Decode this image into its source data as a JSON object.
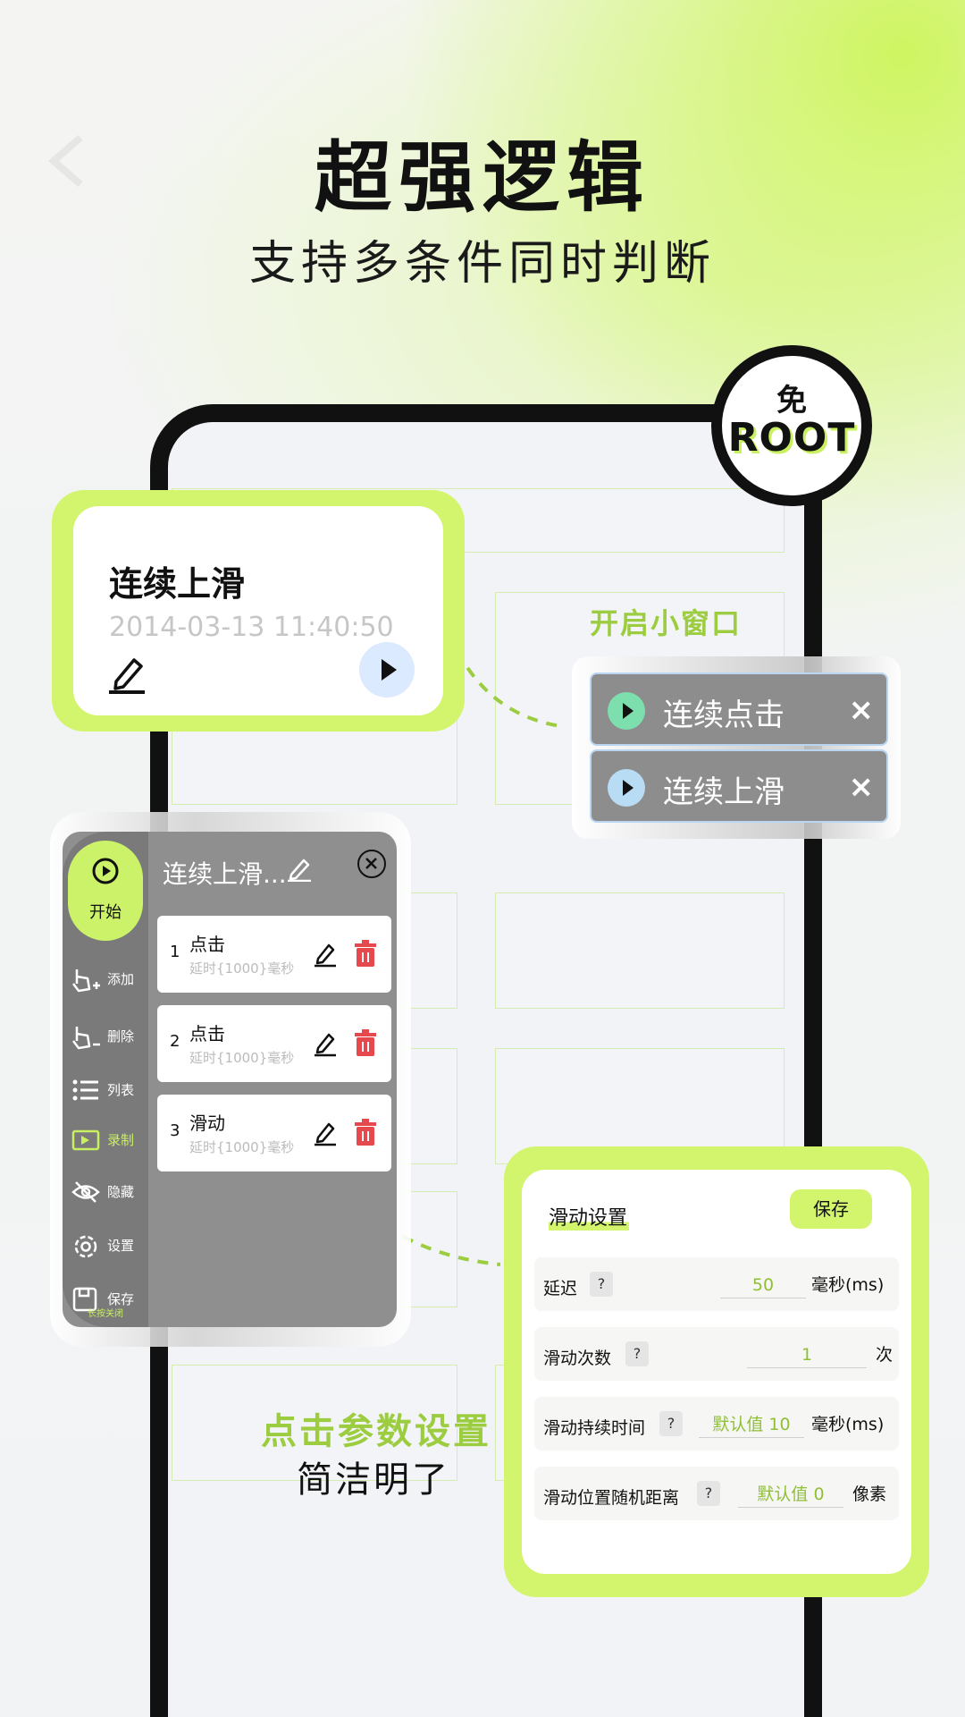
{
  "header": {
    "title": "超强逻辑",
    "subtitle": "支持多条件同时判断"
  },
  "badge": {
    "line1": "免",
    "line2": "ROOT"
  },
  "task_card": {
    "title": "连续上滑",
    "datetime": "2014-03-13  11:40:50"
  },
  "mini_window": {
    "label": "开启小窗口",
    "items": [
      {
        "label": "连续点击",
        "close": "×",
        "color": "#7ddfae"
      },
      {
        "label": "连续上滑",
        "close": "×",
        "color": "#b9dcf5"
      }
    ]
  },
  "toolbar": {
    "start_label": "开始",
    "title": "连续上滑...",
    "menu": [
      {
        "label": "添加",
        "icon": "hand-add-icon"
      },
      {
        "label": "删除",
        "icon": "hand-remove-icon"
      },
      {
        "label": "列表",
        "icon": "list-icon"
      },
      {
        "label": "录制",
        "icon": "record-icon",
        "active": true
      },
      {
        "label": "隐藏",
        "icon": "eye-off-icon"
      },
      {
        "label": "设置",
        "icon": "gear-icon"
      },
      {
        "label": "保存",
        "icon": "save-icon"
      }
    ],
    "footer": "长按关闭",
    "actions": [
      {
        "num": "1",
        "name": "点击",
        "desc": "延时{1000}毫秒"
      },
      {
        "num": "2",
        "name": "点击",
        "desc": "延时{1000}毫秒"
      },
      {
        "num": "3",
        "name": "滑动",
        "desc": "延时{1000}毫秒"
      }
    ]
  },
  "click_settings": {
    "title": "点击参数设置",
    "subtitle": "简洁明了"
  },
  "slide_settings": {
    "title": "滑动设置",
    "save_label": "保存",
    "rows": [
      {
        "label": "延迟",
        "help": "?",
        "value": "50",
        "unit": "毫秒(ms)"
      },
      {
        "label": "滑动次数",
        "help": "?",
        "value": "1",
        "unit": "次"
      },
      {
        "label": "滑动持续时间",
        "help": "?",
        "value": "默认值 10",
        "unit": "毫秒(ms)"
      },
      {
        "label": "滑动位置随机距离",
        "help": "?",
        "value": "默认值 0",
        "unit": "像素"
      }
    ]
  },
  "colors": {
    "accent_green": "#d3f56e",
    "text_green": "#9ccc3f",
    "delete_red": "#e5484d"
  }
}
